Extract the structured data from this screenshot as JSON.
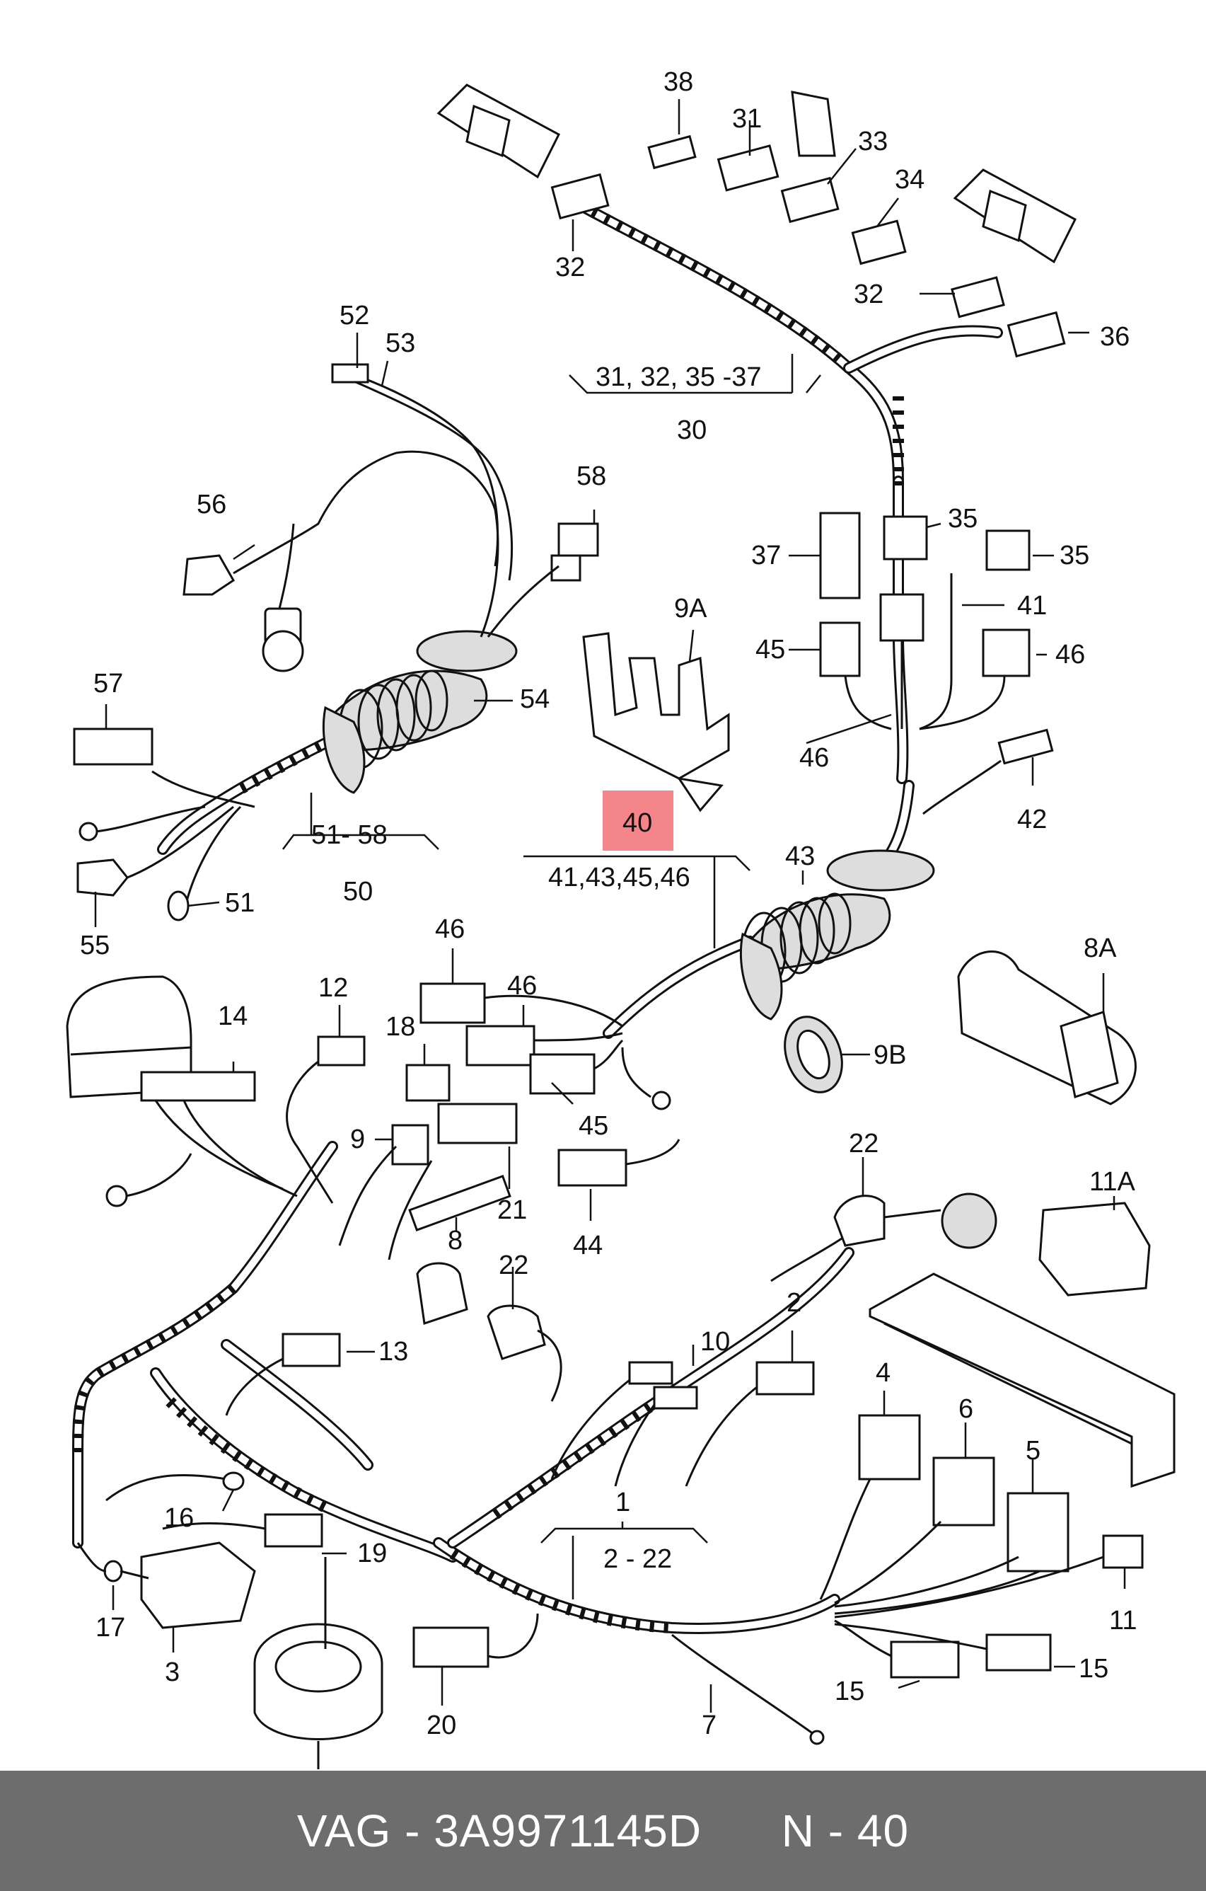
{
  "callouts": {
    "n38": "38",
    "n31": "31",
    "n33": "33",
    "n34": "34",
    "n32a": "32",
    "n32b": "32",
    "n36": "36",
    "n30": "30",
    "n30sub": "31, 32, 35 -37",
    "n52": "52",
    "n53": "53",
    "n58": "58",
    "n56": "56",
    "n37": "37",
    "n35a": "35",
    "n35b": "35",
    "n41": "41",
    "n45a": "45",
    "n46a": "46",
    "n46b": "46",
    "n9A": "9A",
    "n42": "42",
    "n40": "40",
    "n40sub": "41,43,45,46",
    "n43": "43",
    "n57": "57",
    "n54": "54",
    "n51": "51",
    "n55": "55",
    "n50": "50",
    "n50sub": "51- 58",
    "n46c": "46",
    "n46d": "46",
    "n12": "12",
    "n14": "14",
    "n18": "18",
    "n9": "9",
    "n21": "21",
    "n45b": "45",
    "n8": "8",
    "n44": "44",
    "n9B": "9B",
    "n8A": "8A",
    "n22a": "22",
    "n22b": "22",
    "n11A": "11A",
    "n13": "13",
    "n10": "10",
    "n2": "2",
    "n4": "4",
    "n6": "6",
    "n5": "5",
    "n1": "1",
    "n1sub": "2 - 22",
    "n16": "16",
    "n19": "19",
    "n17": "17",
    "n3": "3",
    "n11": "11",
    "n20": "20",
    "n7": "7",
    "n15a": "15",
    "n15b": "15"
  },
  "highlight": {
    "color": "#f4858a",
    "label": "40"
  },
  "footer": {
    "brand": "VAG",
    "part_number": "3A9971145D",
    "position": "N - 40"
  }
}
